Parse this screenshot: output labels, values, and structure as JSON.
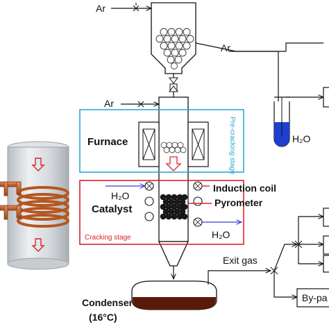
{
  "labels": {
    "ar_top": "Ar",
    "ar_right": "Ar",
    "ar_left": "Ar",
    "h2o_bubbler": "H₂O",
    "furnace": "Furnace",
    "pre_cracking": "Pre-cracking stage",
    "h2o_in": "H₂O",
    "catalyst": "Catalyst",
    "induction_coil": "Induction coil",
    "pyrometer": "Pyrometer",
    "h2o_out": "H₂O",
    "cracking_stage": "Cracking stage",
    "exit_gas": "Exit gas",
    "condenser": "Condenser",
    "condenser_temp": "(16°C)",
    "bypass": "By-pa"
  },
  "colors": {
    "pre_cracking_box": "#29a8d8",
    "cracking_box": "#d9232a",
    "water": "#1f3fd1",
    "water_line": "#3b3bd6",
    "coil": "#c0602a",
    "condenser_liquid": "#5a1a0a",
    "flow_arrow": "#d9232a"
  }
}
